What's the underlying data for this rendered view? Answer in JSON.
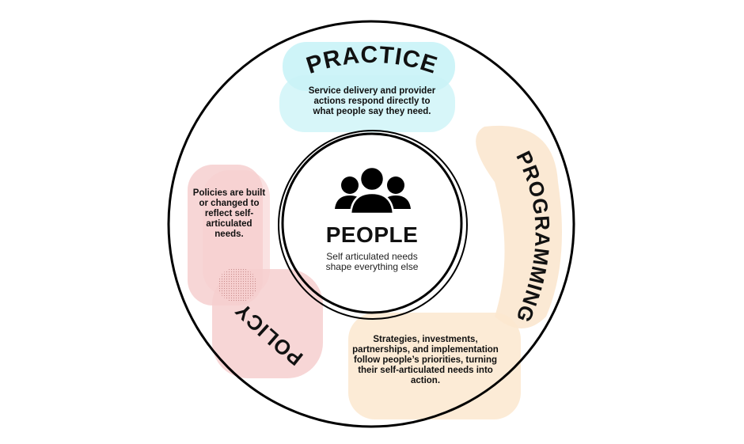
{
  "center": {
    "title": "PEOPLE",
    "subtitle": "Self articulated needs shape everything else",
    "icon": "people-group-icon"
  },
  "segments": {
    "practice": {
      "title": "PRACTICE",
      "description": "Service delivery and provider actions respond directly to what people say they need.",
      "color": "#c9f3f7"
    },
    "programming": {
      "title": "PROGRAMMING",
      "description": "Strategies, investments, partnerships, and implementation follow people’s priorities, turning their self-articulated needs into action.",
      "color": "#fbe7cf"
    },
    "policy": {
      "title": "POLICY",
      "description": "Policies are built or changed to reflect self-articulated needs.",
      "color": "#f6cfcf"
    }
  }
}
